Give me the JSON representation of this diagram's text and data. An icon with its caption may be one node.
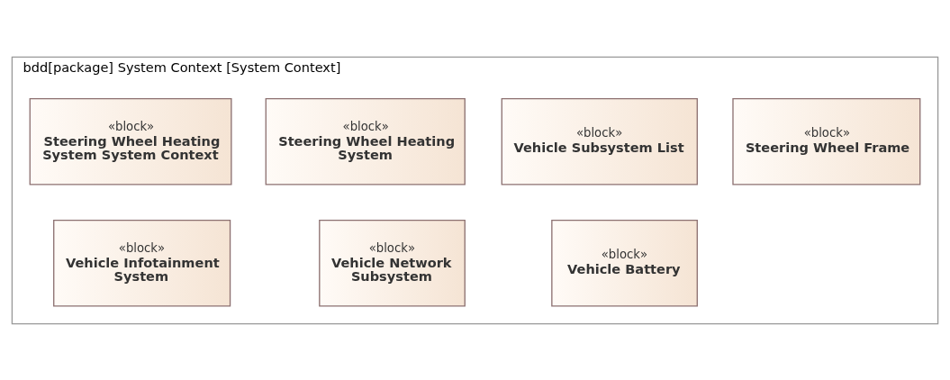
{
  "diagram": {
    "nodes": [
      {
        "text": [
          "bdd[package] System Context [System Context]"
        ]
      },
      {
        "text": [
          "«block»",
          "Steering Wheel Heating System System Context"
        ],
        "in": 0
      },
      {
        "text": [
          "«block»",
          "Vehicle Network Subsystem"
        ],
        "in": 0
      },
      {
        "text": [
          "«block»",
          "Vehicle Subsystem List"
        ],
        "in": 0
      },
      {
        "text": [
          "«block»",
          "Vehicle Battery"
        ],
        "in": 0
      },
      {
        "text": [
          "«block»",
          "Steering Wheel Heating System"
        ],
        "in": 0
      },
      {
        "text": [
          "«block»",
          "Steering Wheel Frame"
        ],
        "in": 0
      },
      {
        "text": [
          "«block»",
          "Vehicle Infotainment System"
        ],
        "in": 0
      }
    ],
    "edges": []
  }
}
